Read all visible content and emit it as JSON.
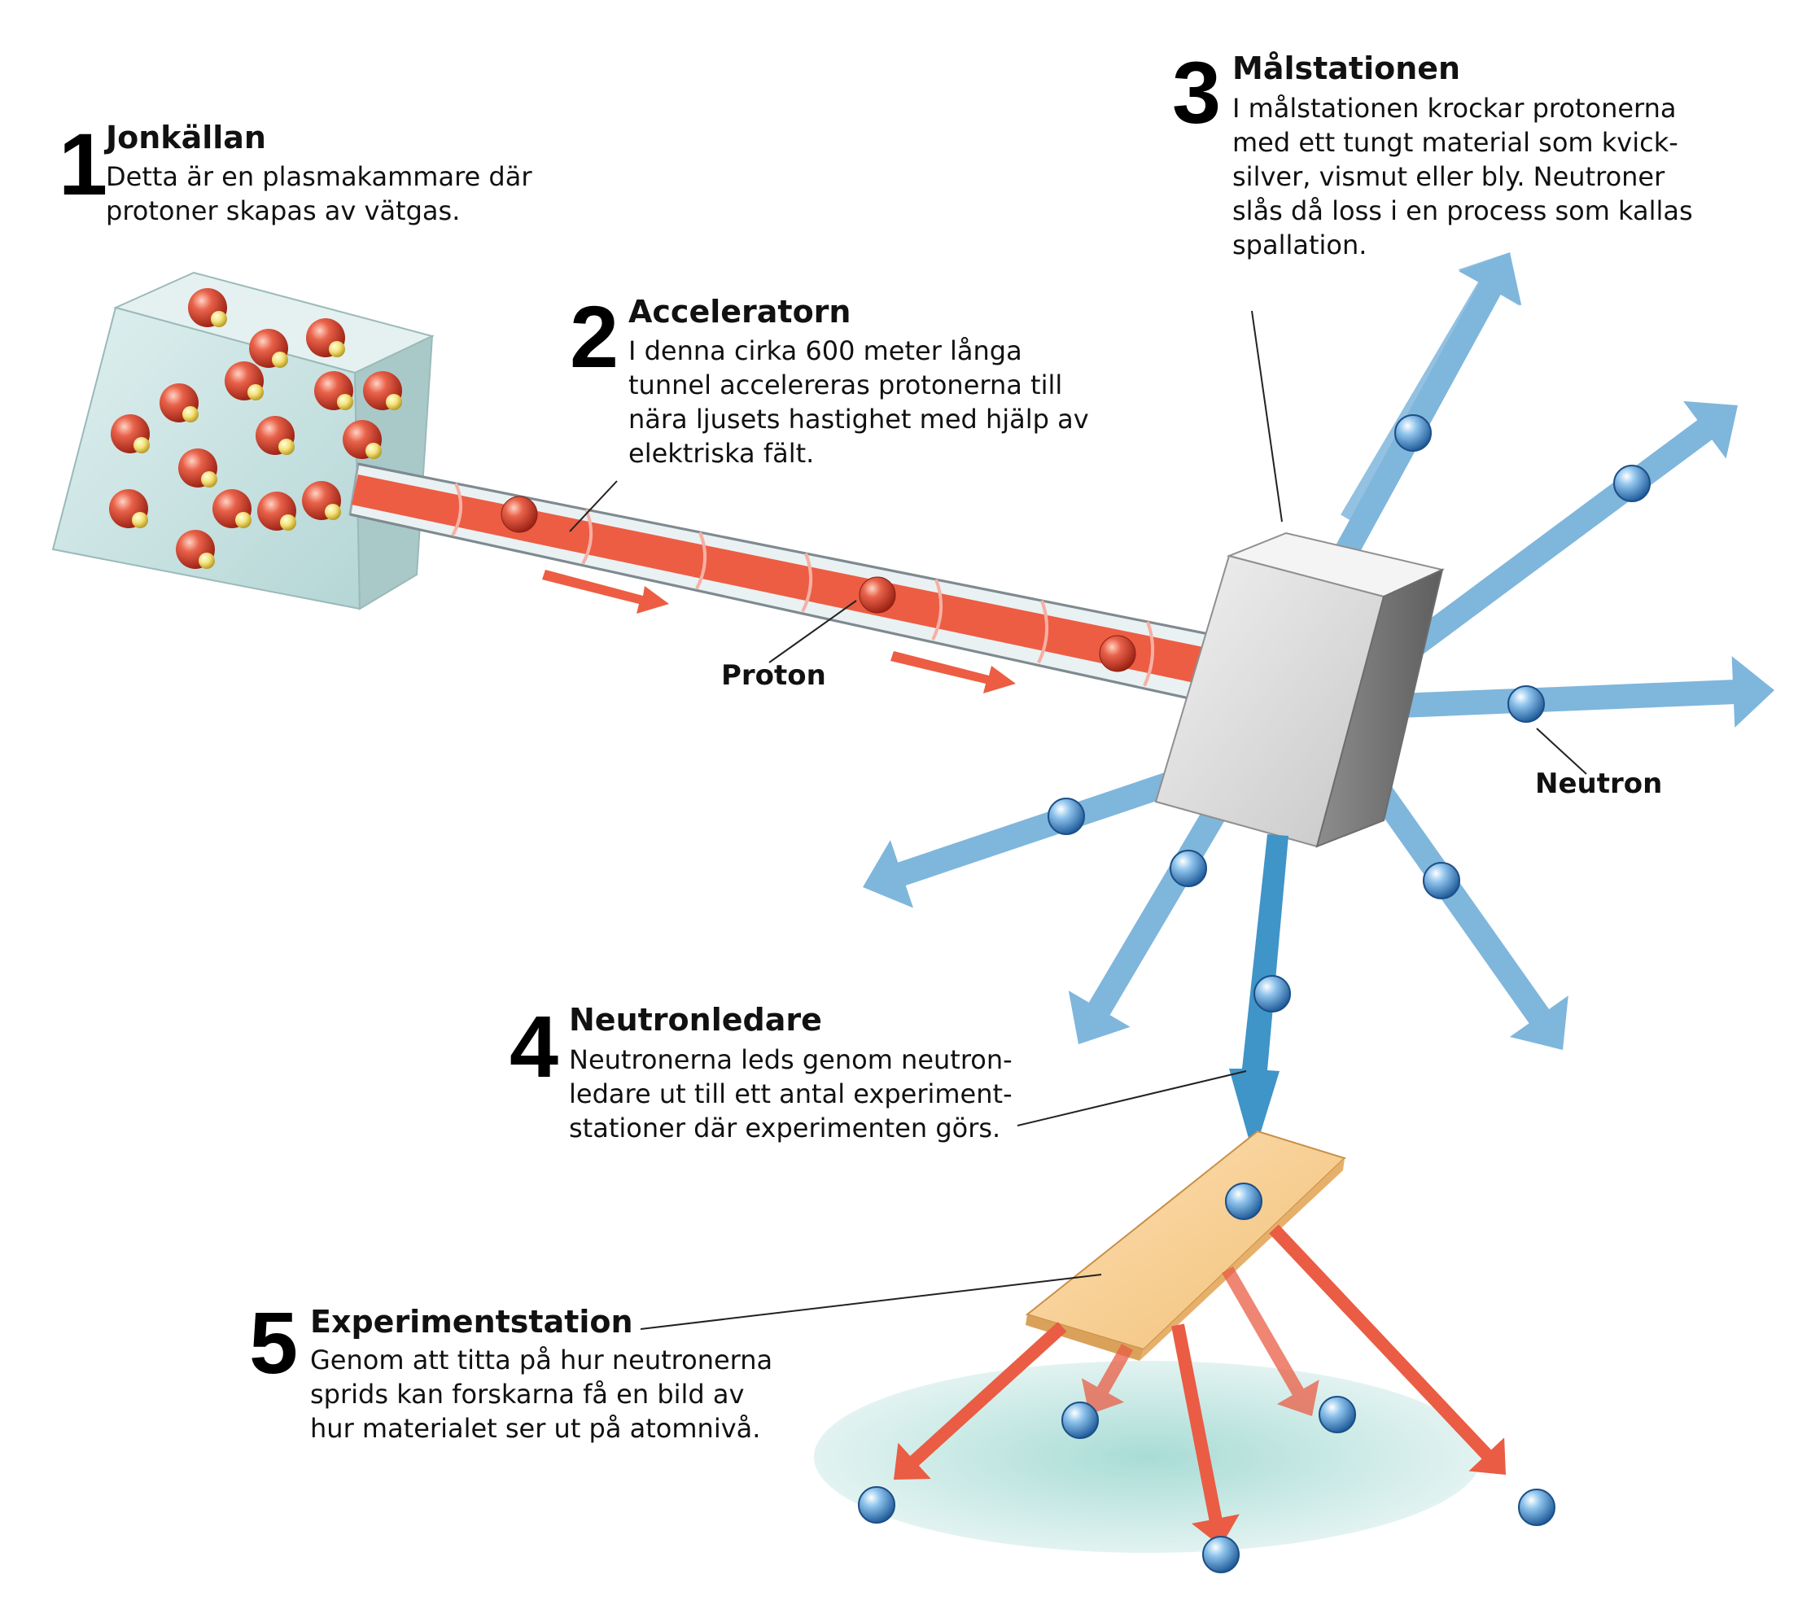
{
  "steps": [
    {
      "number": "1",
      "title": "Jonkällan",
      "lines": [
        "Detta är en plasmakammare där",
        "protoner skapas av vätgas."
      ]
    },
    {
      "number": "2",
      "title": "Acceleratorn",
      "lines": [
        "I denna cirka 600 meter långa",
        "tunnel accelereras protonerna till",
        "nära ljusets hastighet med hjälp av",
        "elektriska fält."
      ]
    },
    {
      "number": "3",
      "title": "Målstationen",
      "lines": [
        "I målstationen krockar protonerna",
        "med ett tungt material som kvick-",
        "silver, vismut eller bly. Neutroner",
        "slås då loss i en process som kallas",
        "spallation."
      ]
    },
    {
      "number": "4",
      "title": "Neutronledare",
      "lines": [
        "Neutronerna leds genom neutron-",
        "ledare ut till ett antal experiment-",
        "stationer där experimenten görs."
      ]
    },
    {
      "number": "5",
      "title": "Experimentstation",
      "lines": [
        "Genom att titta på hur neutronerna",
        "sprids kan forskarna få en bild av",
        "hur materialet ser ut på atomnivå."
      ]
    }
  ],
  "labels": {
    "proton": "Proton",
    "neutron": "Neutron"
  },
  "colors": {
    "proton": "#d8402a",
    "neutron": "#3a7cc2",
    "neutron_arrow": "#7fb6dc",
    "beam": "#ec5d44",
    "scatter_arrow": "#ea5c44",
    "ion_source": "#c9e3e3",
    "target": "#d6d6d6",
    "sample": "#f7c98a",
    "floor": "#bfe3df"
  }
}
